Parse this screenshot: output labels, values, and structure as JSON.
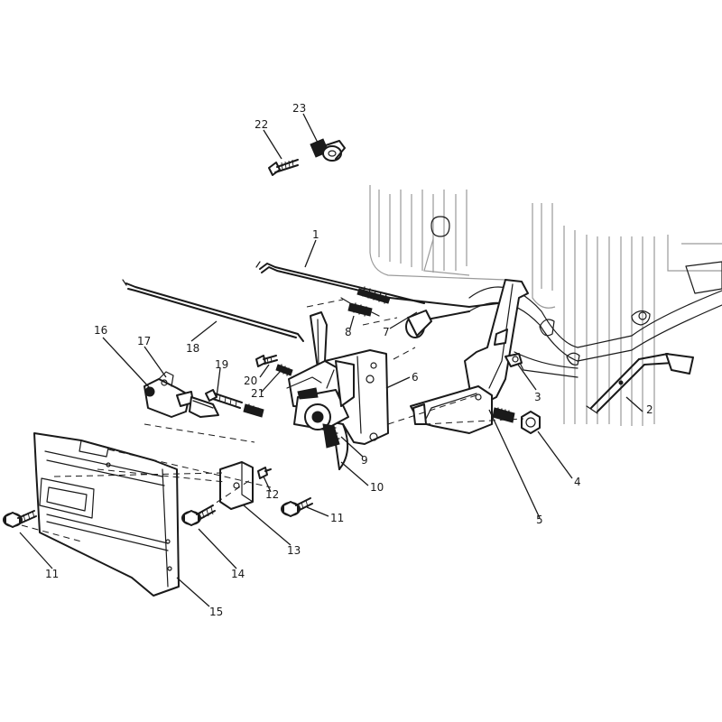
{
  "diagram": {
    "callouts": [
      {
        "id": "c1",
        "label": "1"
      },
      {
        "id": "c2",
        "label": "2"
      },
      {
        "id": "c3",
        "label": "3"
      },
      {
        "id": "c4",
        "label": "4"
      },
      {
        "id": "c5",
        "label": "5"
      },
      {
        "id": "c6",
        "label": "6"
      },
      {
        "id": "c7",
        "label": "7"
      },
      {
        "id": "c8",
        "label": "8"
      },
      {
        "id": "c9",
        "label": "9"
      },
      {
        "id": "c10",
        "label": "10"
      },
      {
        "id": "c11a",
        "label": "11"
      },
      {
        "id": "c11b",
        "label": "11"
      },
      {
        "id": "c12",
        "label": "12"
      },
      {
        "id": "c13",
        "label": "13"
      },
      {
        "id": "c14",
        "label": "14"
      },
      {
        "id": "c15",
        "label": "15"
      },
      {
        "id": "c16",
        "label": "16"
      },
      {
        "id": "c17",
        "label": "17"
      },
      {
        "id": "c18",
        "label": "18"
      },
      {
        "id": "c19",
        "label": "19"
      },
      {
        "id": "c20",
        "label": "20"
      },
      {
        "id": "c21",
        "label": "21"
      },
      {
        "id": "c22",
        "label": "22"
      },
      {
        "id": "c23",
        "label": "23"
      }
    ]
  }
}
